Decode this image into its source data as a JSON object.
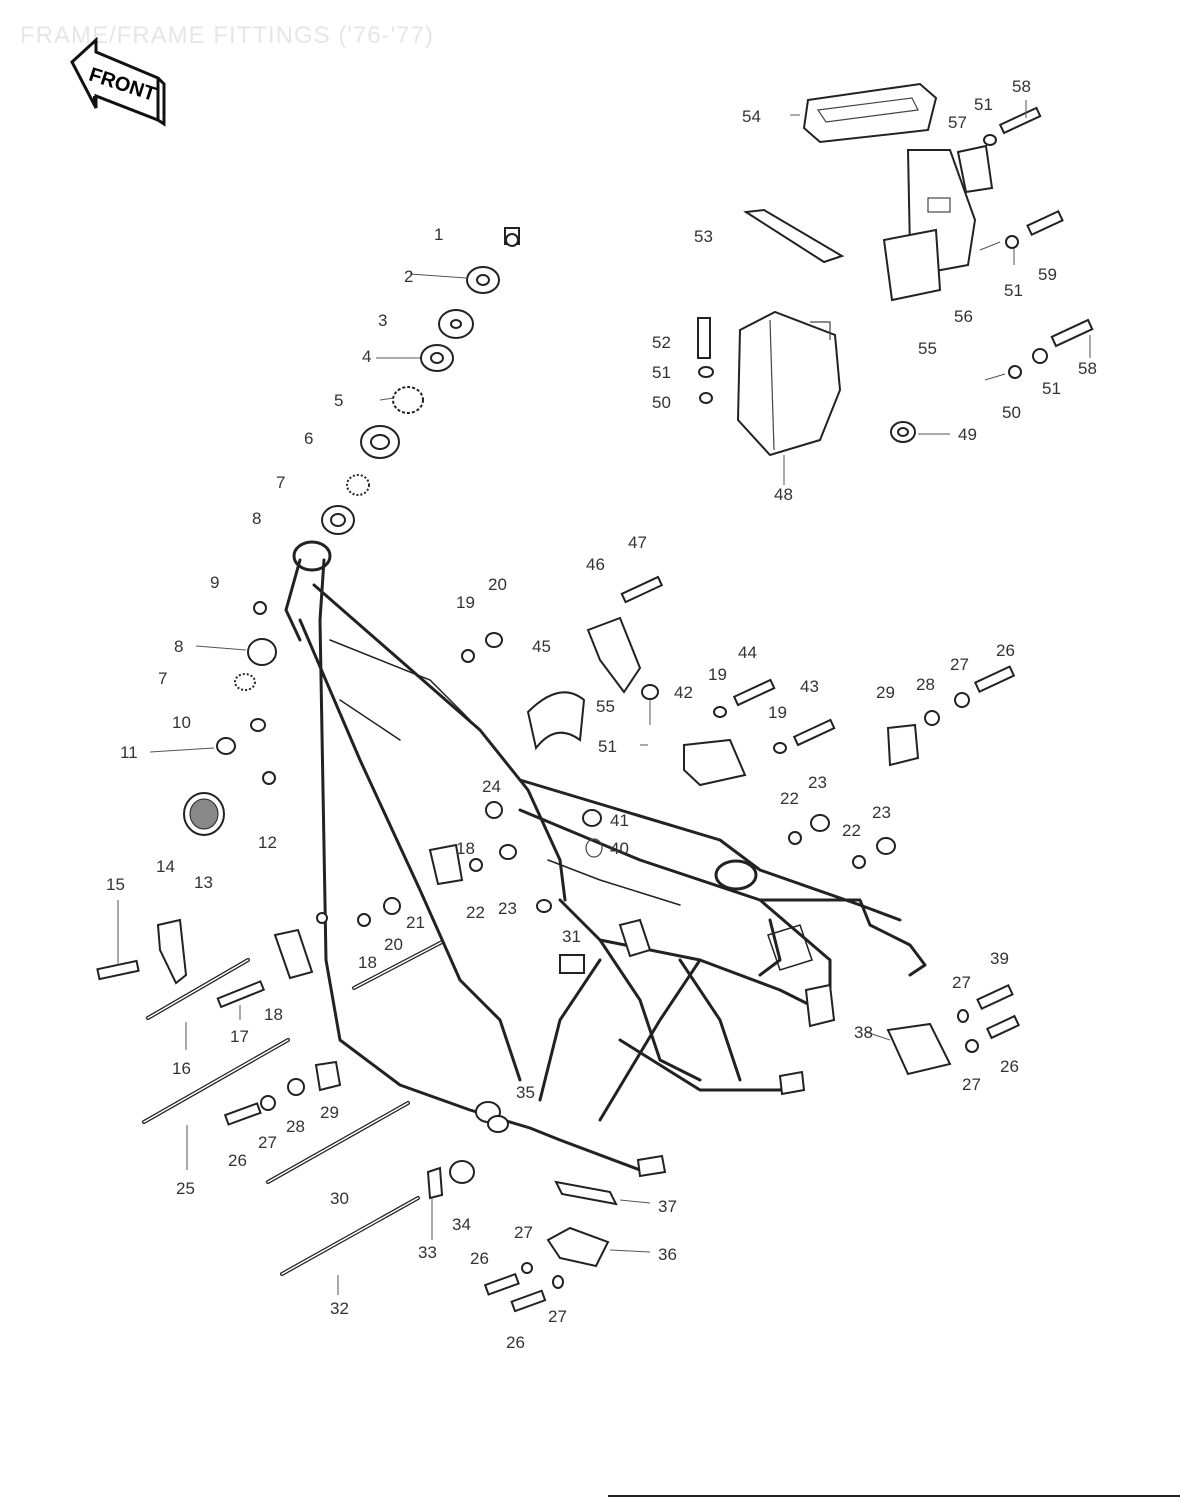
{
  "page": {
    "title": "FRAME/FRAME FITTINGS ('76-'77)",
    "badge": "FRONT",
    "footer_rule": ""
  },
  "callouts": [
    {
      "id": "c1",
      "text": "1"
    },
    {
      "id": "c2",
      "text": "2"
    },
    {
      "id": "c3",
      "text": "3"
    },
    {
      "id": "c4",
      "text": "4"
    },
    {
      "id": "c5",
      "text": "5"
    },
    {
      "id": "c6",
      "text": "6"
    },
    {
      "id": "c7a",
      "text": "7"
    },
    {
      "id": "c8a",
      "text": "8"
    },
    {
      "id": "c9",
      "text": "9"
    },
    {
      "id": "c8b",
      "text": "8"
    },
    {
      "id": "c7b",
      "text": "7"
    },
    {
      "id": "c10",
      "text": "10"
    },
    {
      "id": "c11",
      "text": "11"
    },
    {
      "id": "c12",
      "text": "12"
    },
    {
      "id": "c13",
      "text": "13"
    },
    {
      "id": "c14",
      "text": "14"
    },
    {
      "id": "c15",
      "text": "15"
    },
    {
      "id": "c16",
      "text": "16"
    },
    {
      "id": "c17",
      "text": "17"
    },
    {
      "id": "c18a",
      "text": "18"
    },
    {
      "id": "c18b",
      "text": "18"
    },
    {
      "id": "c18c",
      "text": "18"
    },
    {
      "id": "c19a",
      "text": "19"
    },
    {
      "id": "c19b",
      "text": "19"
    },
    {
      "id": "c19c",
      "text": "19"
    },
    {
      "id": "c20a",
      "text": "20"
    },
    {
      "id": "c20b",
      "text": "20"
    },
    {
      "id": "c21",
      "text": "21"
    },
    {
      "id": "c22a",
      "text": "22"
    },
    {
      "id": "c22b",
      "text": "22"
    },
    {
      "id": "c22c",
      "text": "22"
    },
    {
      "id": "c23a",
      "text": "23"
    },
    {
      "id": "c23b",
      "text": "23"
    },
    {
      "id": "c23c",
      "text": "23"
    },
    {
      "id": "c24",
      "text": "24"
    },
    {
      "id": "c25",
      "text": "25"
    },
    {
      "id": "c26a",
      "text": "26"
    },
    {
      "id": "c26b",
      "text": "26"
    },
    {
      "id": "c26c",
      "text": "26"
    },
    {
      "id": "c26d",
      "text": "26"
    },
    {
      "id": "c26e",
      "text": "26"
    },
    {
      "id": "c27a",
      "text": "27"
    },
    {
      "id": "c27b",
      "text": "27"
    },
    {
      "id": "c27c",
      "text": "27"
    },
    {
      "id": "c27d",
      "text": "27"
    },
    {
      "id": "c27e",
      "text": "27"
    },
    {
      "id": "c27f",
      "text": "27"
    },
    {
      "id": "c28a",
      "text": "28"
    },
    {
      "id": "c28b",
      "text": "28"
    },
    {
      "id": "c29a",
      "text": "29"
    },
    {
      "id": "c29b",
      "text": "29"
    },
    {
      "id": "c30",
      "text": "30"
    },
    {
      "id": "c31",
      "text": "31"
    },
    {
      "id": "c32",
      "text": "32"
    },
    {
      "id": "c33",
      "text": "33"
    },
    {
      "id": "c34",
      "text": "34"
    },
    {
      "id": "c35",
      "text": "35"
    },
    {
      "id": "c36",
      "text": "36"
    },
    {
      "id": "c37",
      "text": "37"
    },
    {
      "id": "c38",
      "text": "38"
    },
    {
      "id": "c39",
      "text": "39"
    },
    {
      "id": "c40",
      "text": "40"
    },
    {
      "id": "c41",
      "text": "41"
    },
    {
      "id": "c42",
      "text": "42"
    },
    {
      "id": "c43",
      "text": "43"
    },
    {
      "id": "c44",
      "text": "44"
    },
    {
      "id": "c45",
      "text": "45"
    },
    {
      "id": "c46",
      "text": "46"
    },
    {
      "id": "c47",
      "text": "47"
    },
    {
      "id": "c48",
      "text": "48"
    },
    {
      "id": "c49",
      "text": "49"
    },
    {
      "id": "c50a",
      "text": "50"
    },
    {
      "id": "c50b",
      "text": "50"
    },
    {
      "id": "c51a",
      "text": "51"
    },
    {
      "id": "c51b",
      "text": "51"
    },
    {
      "id": "c51c",
      "text": "51"
    },
    {
      "id": "c51d",
      "text": "51"
    },
    {
      "id": "c51e",
      "text": "51"
    },
    {
      "id": "c52",
      "text": "52"
    },
    {
      "id": "c53",
      "text": "53"
    },
    {
      "id": "c54",
      "text": "54"
    },
    {
      "id": "c55a",
      "text": "55"
    },
    {
      "id": "c55b",
      "text": "55"
    },
    {
      "id": "c56",
      "text": "56"
    },
    {
      "id": "c57",
      "text": "57"
    },
    {
      "id": "c58a",
      "text": "58"
    },
    {
      "id": "c58b",
      "text": "58"
    },
    {
      "id": "c59",
      "text": "59"
    }
  ]
}
